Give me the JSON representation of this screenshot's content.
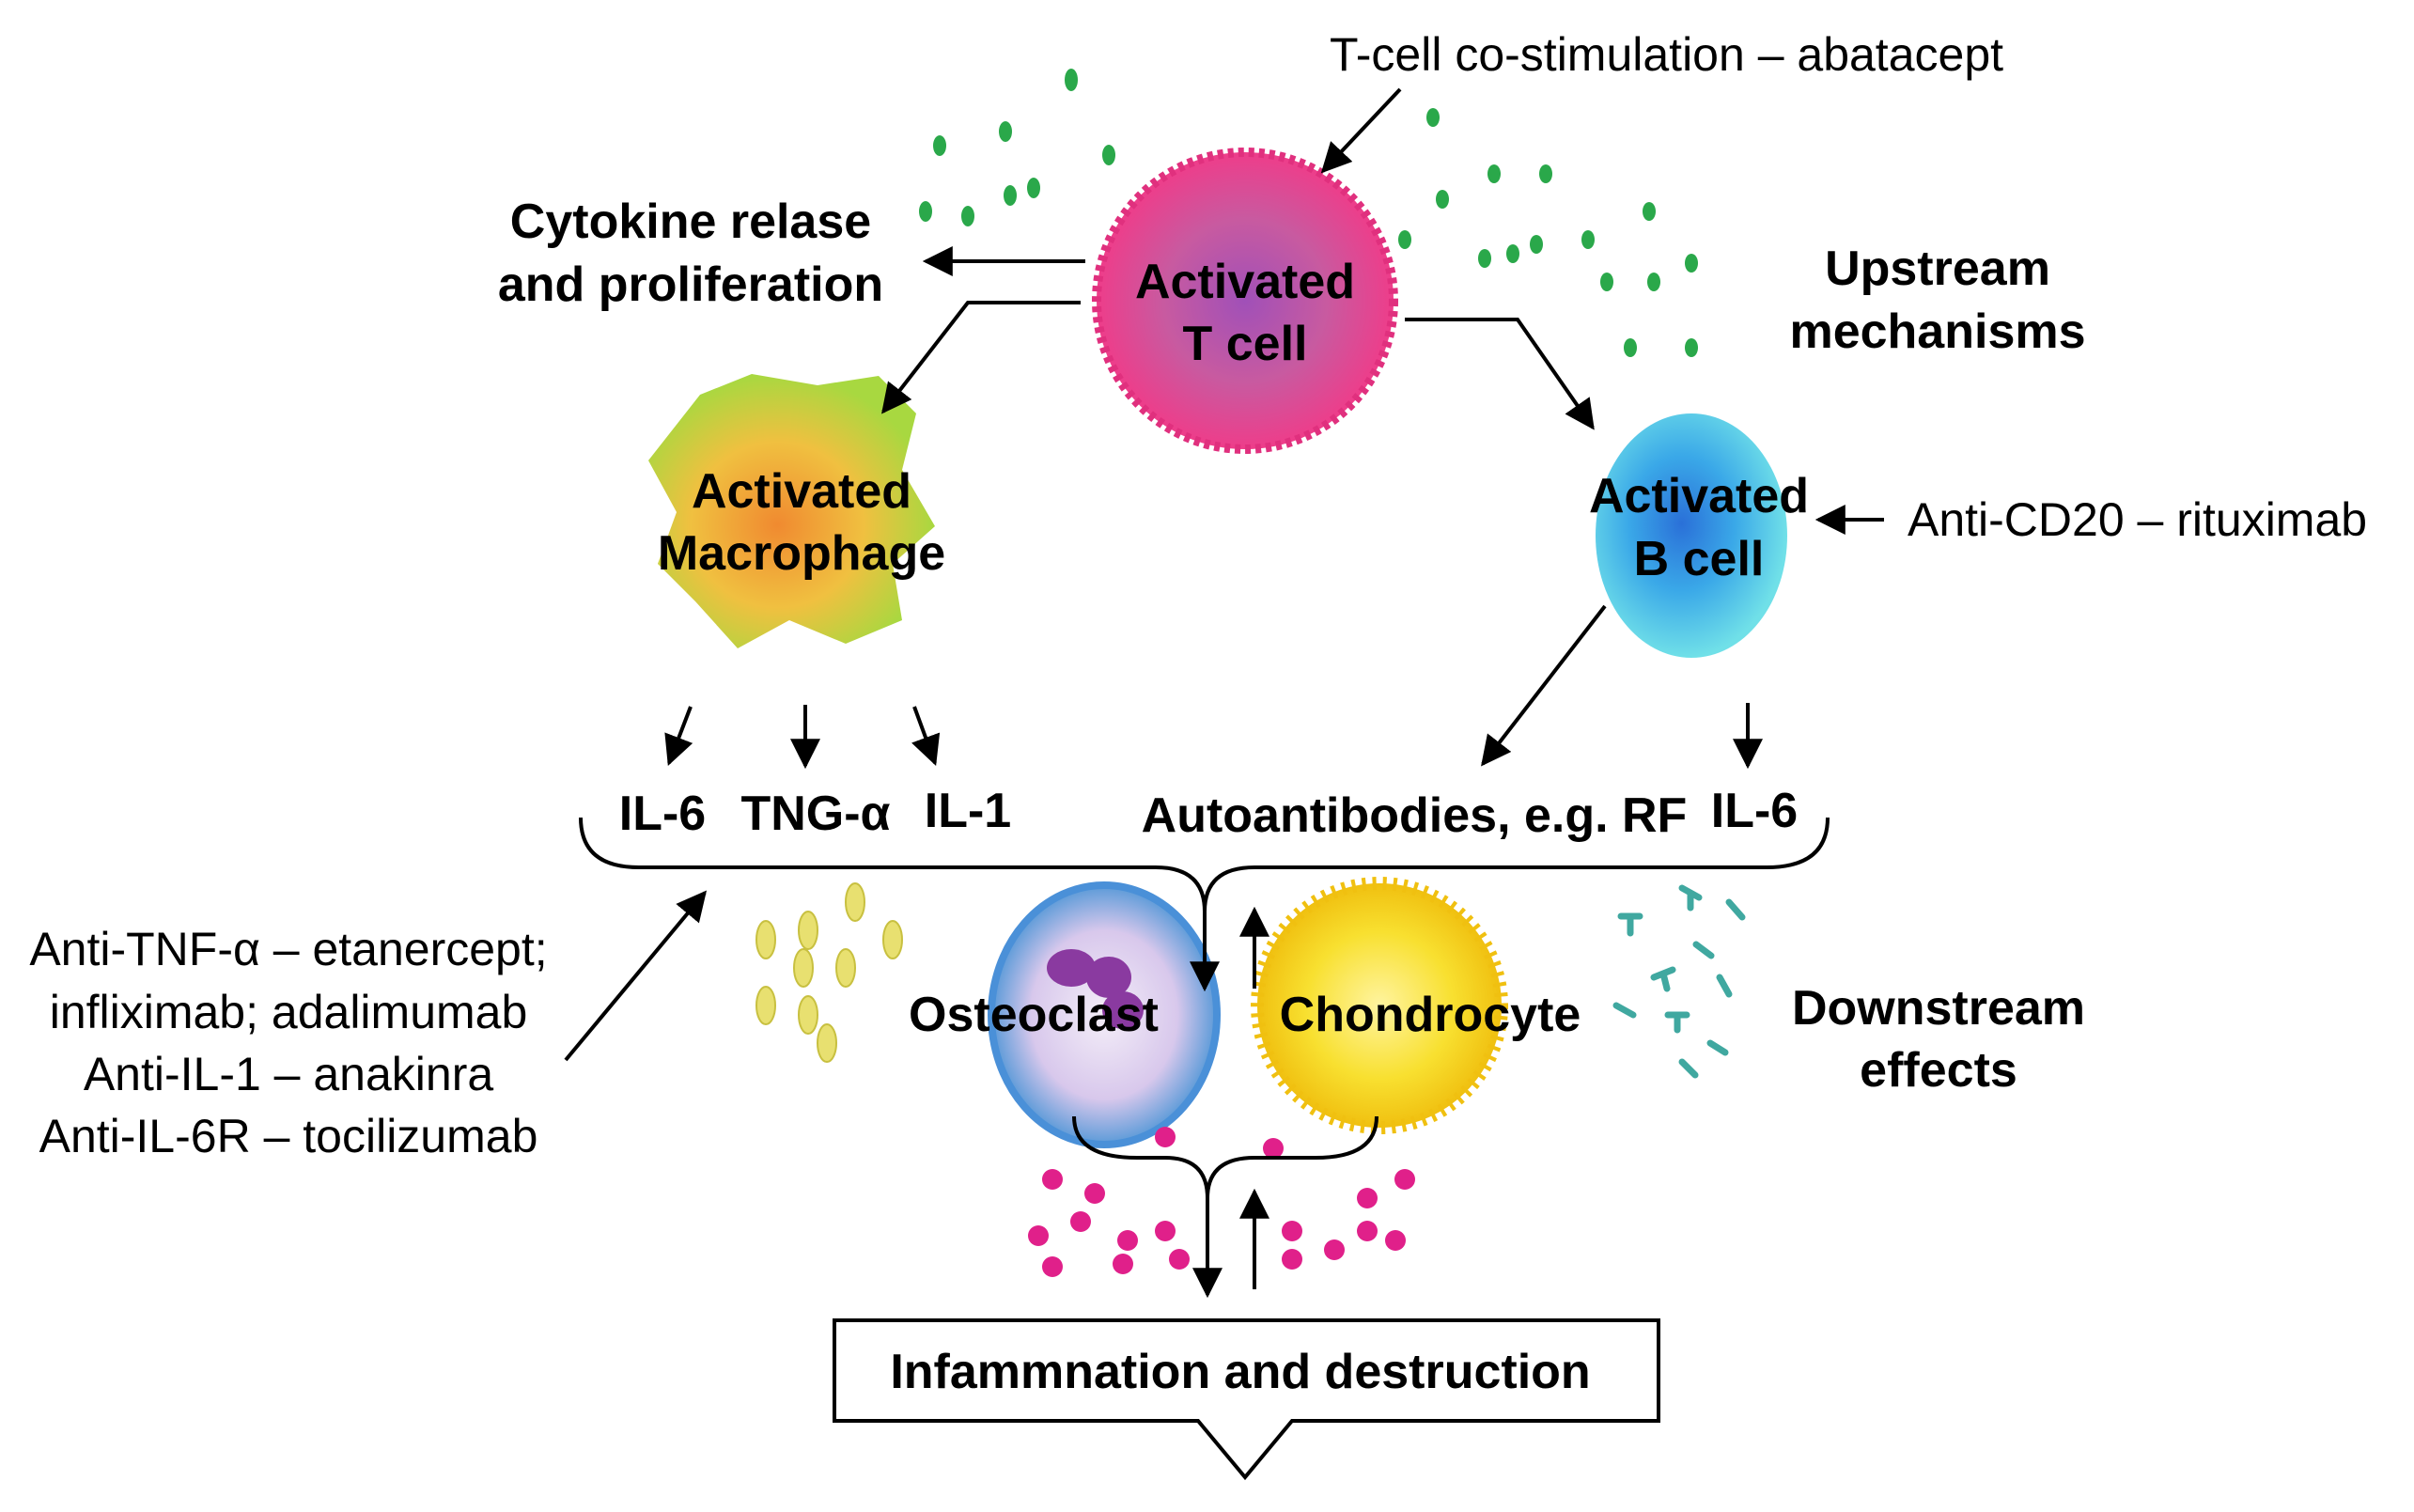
{
  "colors": {
    "tcell": "#e0307e",
    "tcell_core": "#b04aa8",
    "macrophage_outer": "#c8d84a",
    "macrophage_inner": "#f0a030",
    "bcell_outer": "#40c8e8",
    "bcell_inner": "#3090e0",
    "osteoclast": "#8fb8e8",
    "osteoclast_nuclei": "#8a3aa0",
    "chondrocyte": "#f8d820",
    "green_particles": "#2aa84a",
    "pink_particles": "#e0208a",
    "yellow_particles": "#e8e070",
    "teal_particles": "#40a8a0",
    "line": "#000000"
  },
  "labels": {
    "tcell_costim": "T-cell co-stimulation – abatacept",
    "cytokine_line1": "Cytokine relase",
    "cytokine_line2": "and proliferation",
    "tcell_line1": "Activated",
    "tcell_line2": "T cell",
    "upstream_line1": "Upstream",
    "upstream_line2": "mechanisms",
    "macrophage_line1": "Activated",
    "macrophage_line2": "Macrophage",
    "bcell_line1": "Activated",
    "bcell_line2": "B cell",
    "anti_cd20": "Anti-CD20 – rituximab",
    "il6_left": "IL-6",
    "tng_alpha": "TNG-α",
    "il1": "IL-1",
    "autoantibodies": "Autoantibodies, e.g. RF",
    "il6_right": "IL-6",
    "drugs_line1": "Anti-TNF-α – etanercept;",
    "drugs_line2": "infliximab; adalimumab",
    "drugs_line3": "Anti-IL-1 – anakinra",
    "drugs_line4": "Anti-IL-6R – tocilizumab",
    "osteoclast": "Osteoclast",
    "chondrocyte": "Chondrocyte",
    "downstream_line1": "Downstream",
    "downstream_line2": "effects",
    "outcome": "Infammnation and destruction"
  }
}
